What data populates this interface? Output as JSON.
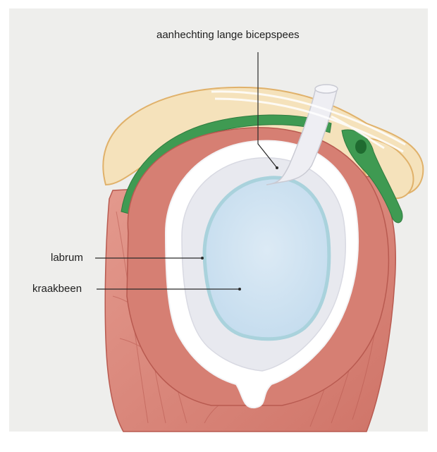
{
  "labels": {
    "biceps_anchor": "aanhechting lange bicepspees",
    "labrum": "labrum",
    "cartilage": "kraakbeen"
  },
  "colors": {
    "background": "#eeeeec",
    "muscle": "#d9857a",
    "muscle_dark": "#c56a60",
    "acromion": "#f5e2bb",
    "acromion_outline": "#e0b16a",
    "bursa": "#3f9a52",
    "glenoid": "#ffffff",
    "labrum": "#e9eaef",
    "cartilage": "#cde1ef",
    "cartilage_rim": "#a9d2dc",
    "tendon": "#eeeef3",
    "leader_line": "#2a2a2a"
  }
}
